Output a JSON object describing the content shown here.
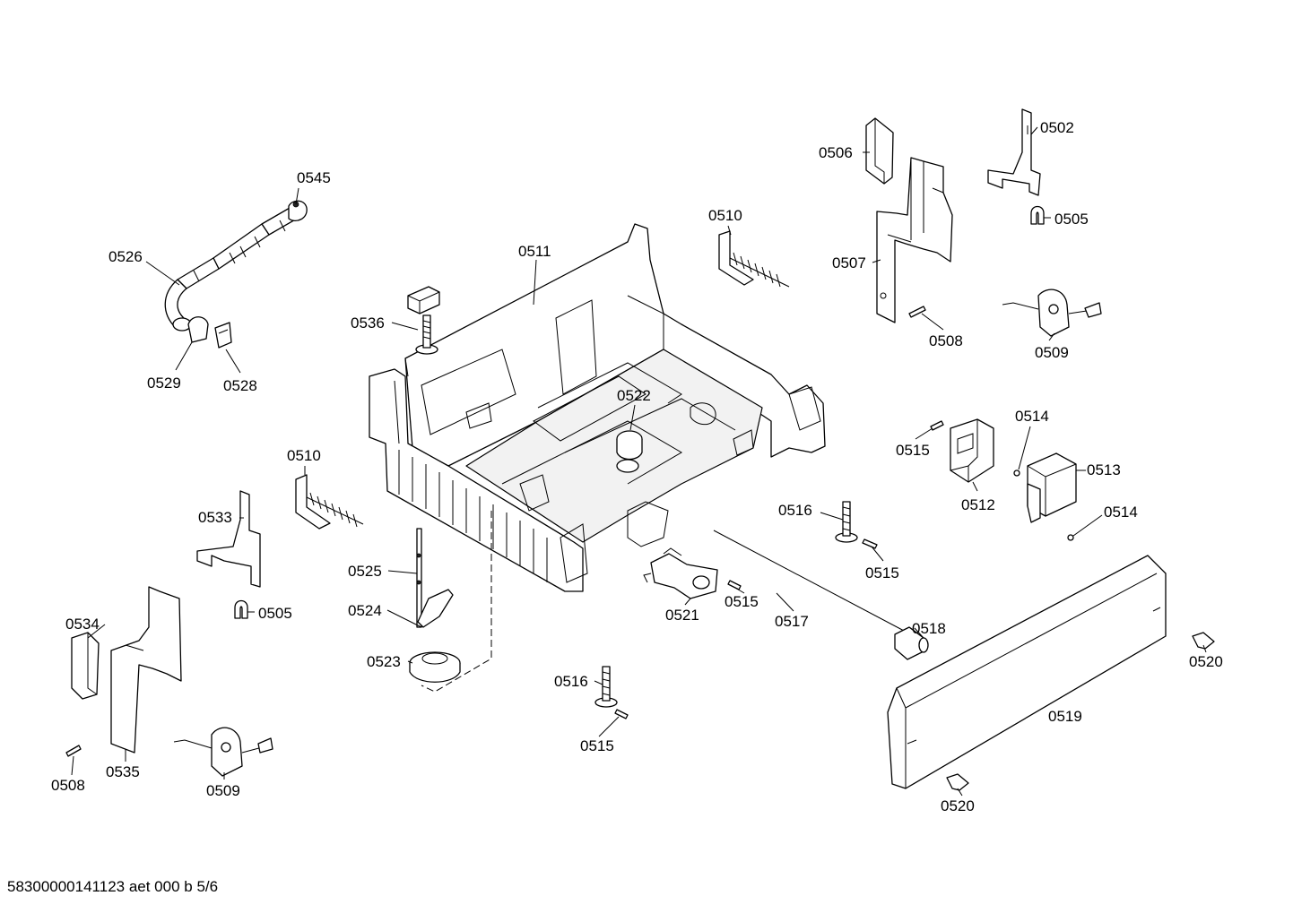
{
  "labels": {
    "l0502": "0502",
    "l0505a": "0505",
    "l0505b": "0505",
    "l0506": "0506",
    "l0507": "0507",
    "l0508a": "0508",
    "l0508b": "0508",
    "l0509a": "0509",
    "l0509b": "0509",
    "l0510a": "0510",
    "l0510b": "0510",
    "l0511": "0511",
    "l0512": "0512",
    "l0513": "0513",
    "l0514a": "0514",
    "l0514b": "0514",
    "l0515a": "0515",
    "l0515b": "0515",
    "l0515c": "0515",
    "l0515d": "0515",
    "l0516a": "0516",
    "l0516b": "0516",
    "l0517": "0517",
    "l0518": "0518",
    "l0519": "0519",
    "l0520a": "0520",
    "l0520b": "0520",
    "l0521": "0521",
    "l0522": "0522",
    "l0523": "0523",
    "l0524": "0524",
    "l0525": "0525",
    "l0526": "0526",
    "l0528": "0528",
    "l0529": "0529",
    "l0533": "0533",
    "l0534": "0534",
    "l0535": "0535",
    "l0536": "0536",
    "l0545": "0545"
  },
  "footer": {
    "code": "58300000141123 aet 000 b 5/6"
  }
}
